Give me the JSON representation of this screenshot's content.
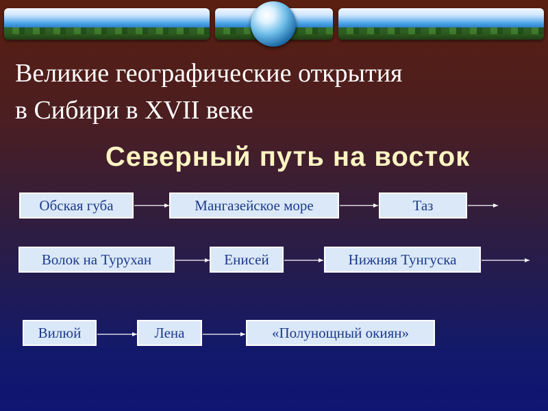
{
  "slide": {
    "title_line1": "Великие географические открытия",
    "title_line2": "в Сибири в XVII веке",
    "subtitle": "Северный путь на восток"
  },
  "route": {
    "row1": [
      "Обская губа",
      "Мангазейское море",
      "Таз"
    ],
    "row2": [
      "Волок на Турухан",
      "Енисей",
      "Нижняя Тунгуска"
    ],
    "row3": [
      "Вилюй",
      "Лена",
      "«Полунощный окиян»"
    ]
  },
  "colors": {
    "box_fill": "#dbe8f8",
    "box_text": "#1b3a8c",
    "subtitle": "#fff4c2"
  }
}
